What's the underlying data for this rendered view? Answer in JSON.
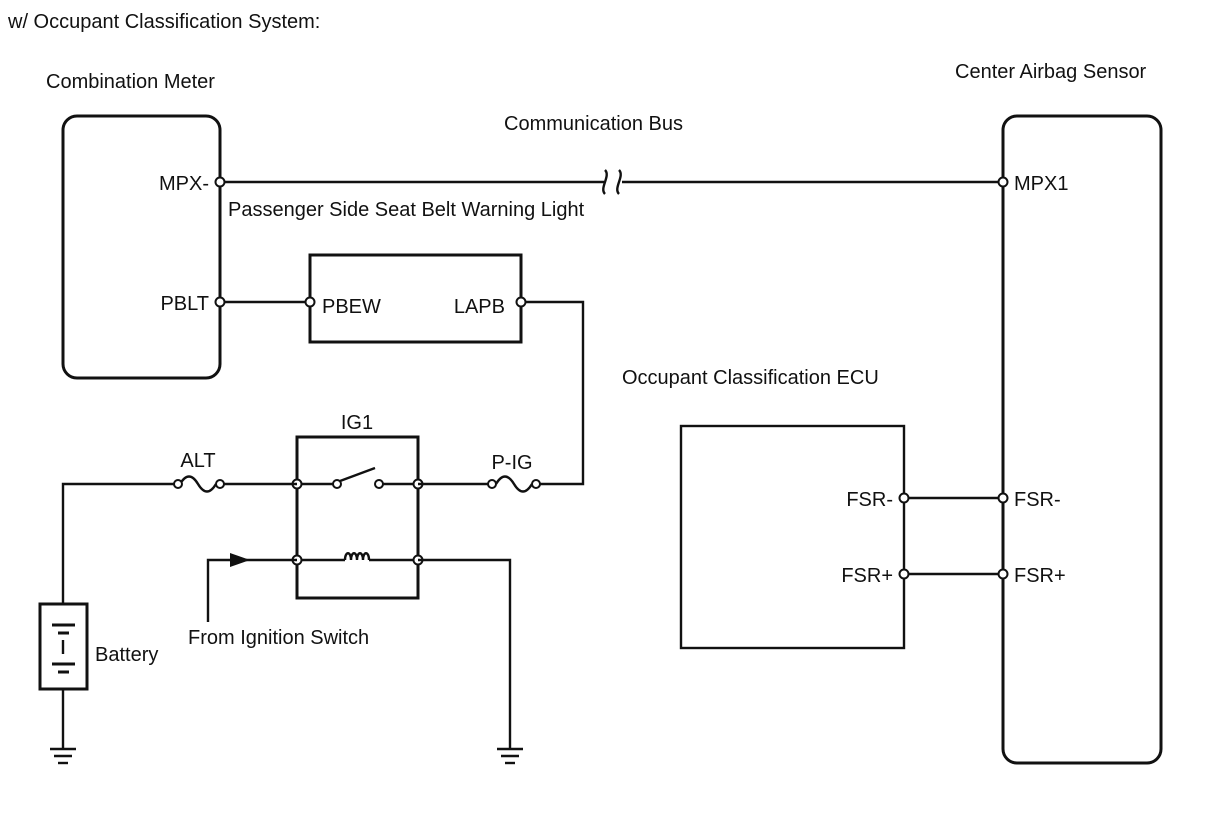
{
  "title": "w/ Occupant Classification System:",
  "components": {
    "combination_meter": "Combination Meter",
    "center_airbag_sensor": "Center Airbag Sensor",
    "occupant_ecu": "Occupant Classification ECU",
    "relay": "IG1",
    "battery": "Battery"
  },
  "labels": {
    "communication_bus": "Communication Bus",
    "seat_belt_light": "Passenger Side Seat Belt Warning Light",
    "from_ignition": "From Ignition Switch",
    "fuse_alt": "ALT",
    "fuse_pig": "P-IG"
  },
  "terminals": {
    "mpx_minus": "MPX-",
    "pblt": "PBLT",
    "mpx1": "MPX1",
    "pbew": "PBEW",
    "lapb": "LAPB",
    "ecu_fsr_minus": "FSR-",
    "ecu_fsr_plus": "FSR+",
    "sensor_fsr_minus": "FSR-",
    "sensor_fsr_plus": "FSR+"
  }
}
